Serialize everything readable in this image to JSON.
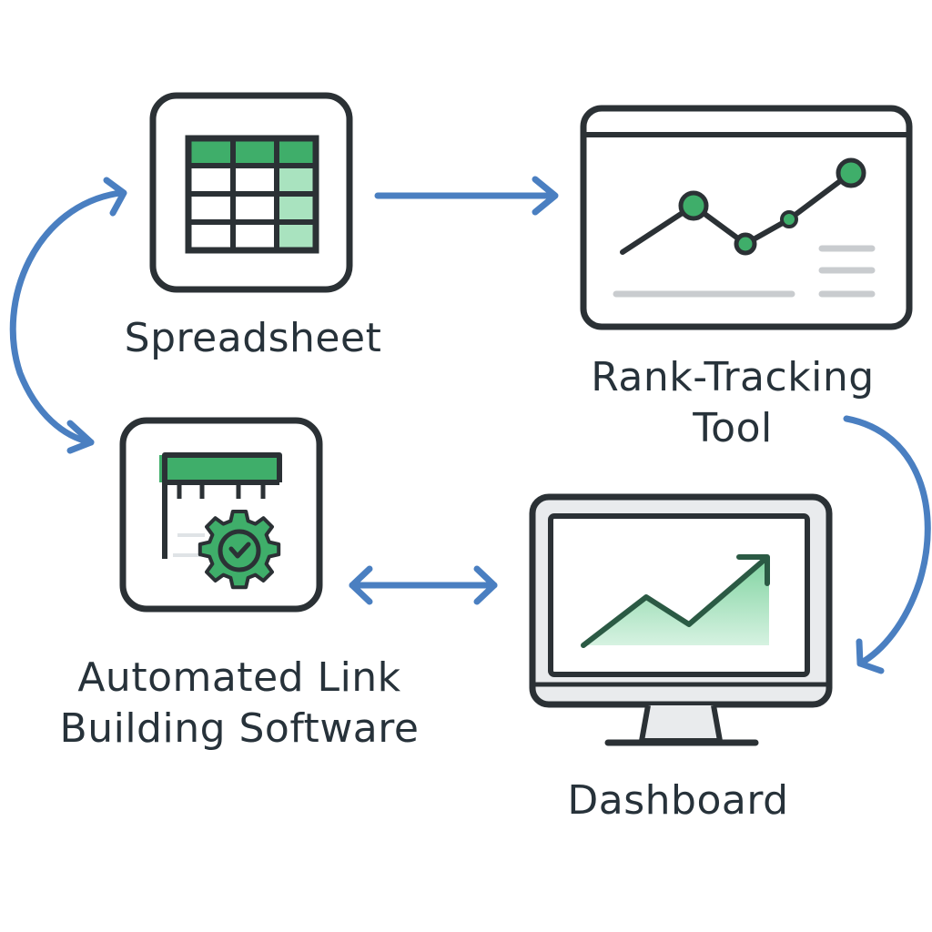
{
  "nodes": {
    "spreadsheet": {
      "label": "Spreadsheet"
    },
    "rank_tracking": {
      "label_line1": "Rank-Tracking",
      "label_line2": "Tool"
    },
    "link_building": {
      "label_line1": "Automated Link",
      "label_line2": "Building Software"
    },
    "dashboard": {
      "label": "Dashboard"
    }
  },
  "icons": {
    "spreadsheet": "spreadsheet-grid-icon",
    "rank_tracking": "line-chart-window-icon",
    "link_building": "gear-check-window-icon",
    "dashboard": "monitor-trend-chart-icon"
  },
  "colors": {
    "text": "#27323a",
    "outline": "#2b3135",
    "arrow": "#4a7fc1",
    "green": "#3fae6a",
    "green_light": "#c8ecd6",
    "green_mid": "#86d4a3",
    "gray": "#c9cccf"
  }
}
